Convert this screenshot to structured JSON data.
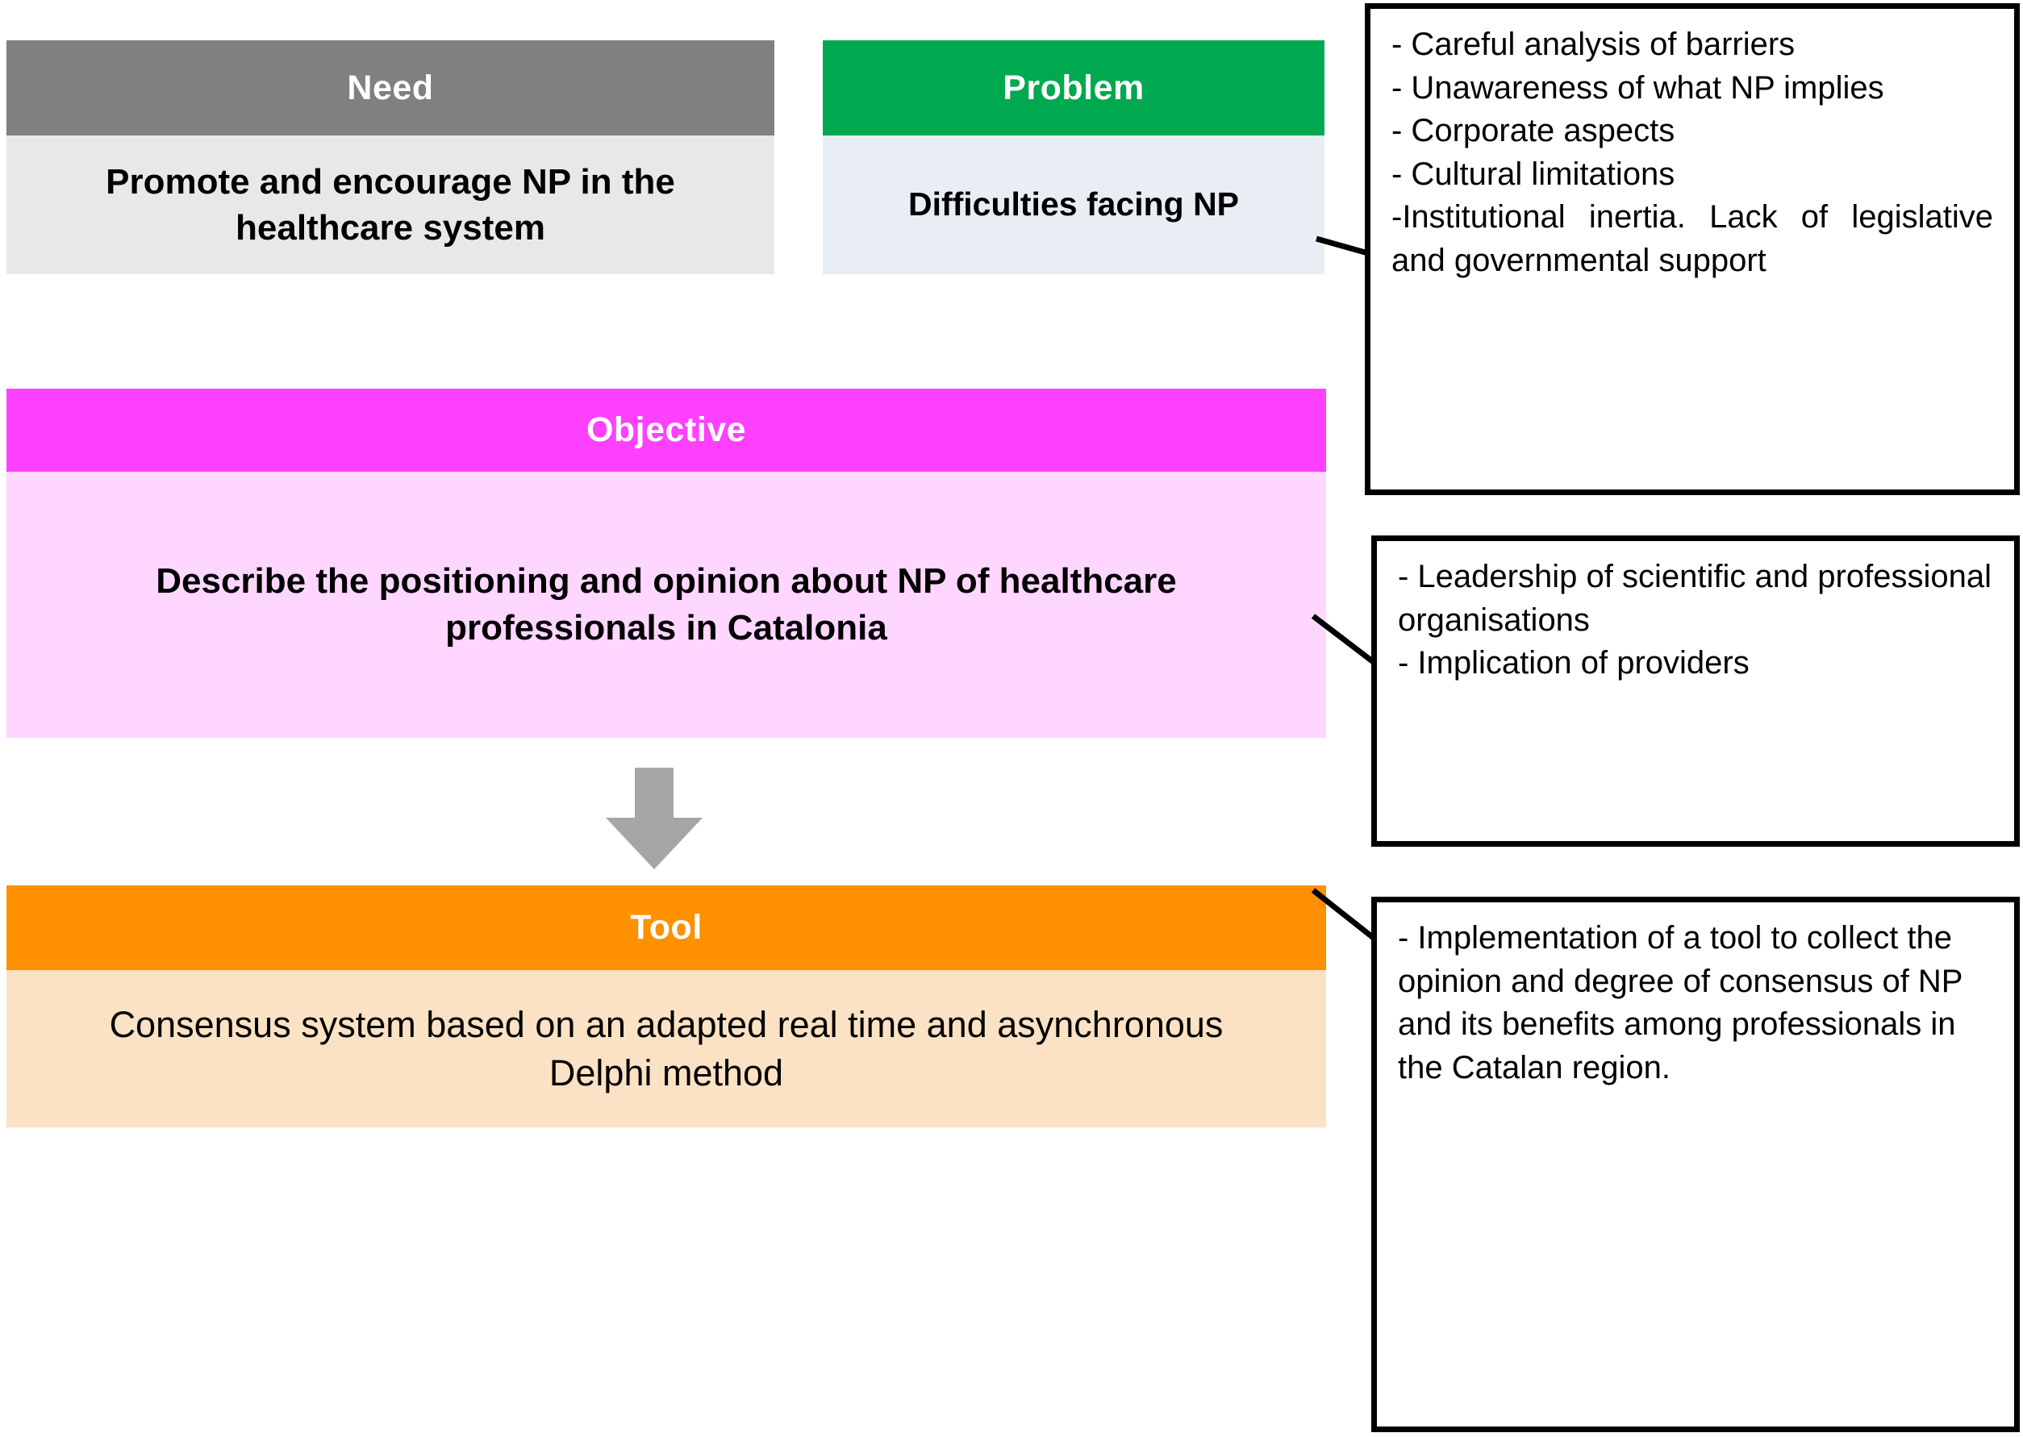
{
  "diagram": {
    "title": "Need / Problem / Objective / Tool flow diagram",
    "colors": {
      "need_header": "#808080",
      "need_body": "#e8e8e8",
      "problem_header": "#00A94F",
      "problem_body": "#e8eef4",
      "objective_header": "#FF40FF",
      "objective_body": "#FFD6FF",
      "tool_header": "#FF9000",
      "tool_body": "#FBE2C4",
      "arrow": "#A6A6A6",
      "callout_border": "#000000"
    }
  },
  "need": {
    "header": "Need",
    "body": "Promote and encourage NP in the healthcare system"
  },
  "problem": {
    "header": "Problem",
    "body": "Difficulties facing NP"
  },
  "objective": {
    "header": "Objective",
    "body": "Describe the positioning and opinion about NP of healthcare professionals in Catalonia"
  },
  "tool": {
    "header": "Tool",
    "body": "Consensus system based on an adapted real time and asynchronous Delphi method"
  },
  "callouts": {
    "problem": {
      "lines": [
        "- Careful analysis of barriers",
        "- Unawareness of what NP implies",
        "- Corporate aspects",
        "- Cultural limitations"
      ],
      "justified_line": "-Institutional inertia. Lack of legislative and governmental support"
    },
    "objective": {
      "lines": [
        "- Leadership of scientific and professional organisations",
        "- Implication of providers"
      ]
    },
    "tool": {
      "lines": [
        "- Implementation of a tool to collect the opinion and degree of consensus of NP and its benefits among professionals in the Catalan region."
      ]
    }
  },
  "icons": {
    "arrow": "down-arrow-icon"
  }
}
